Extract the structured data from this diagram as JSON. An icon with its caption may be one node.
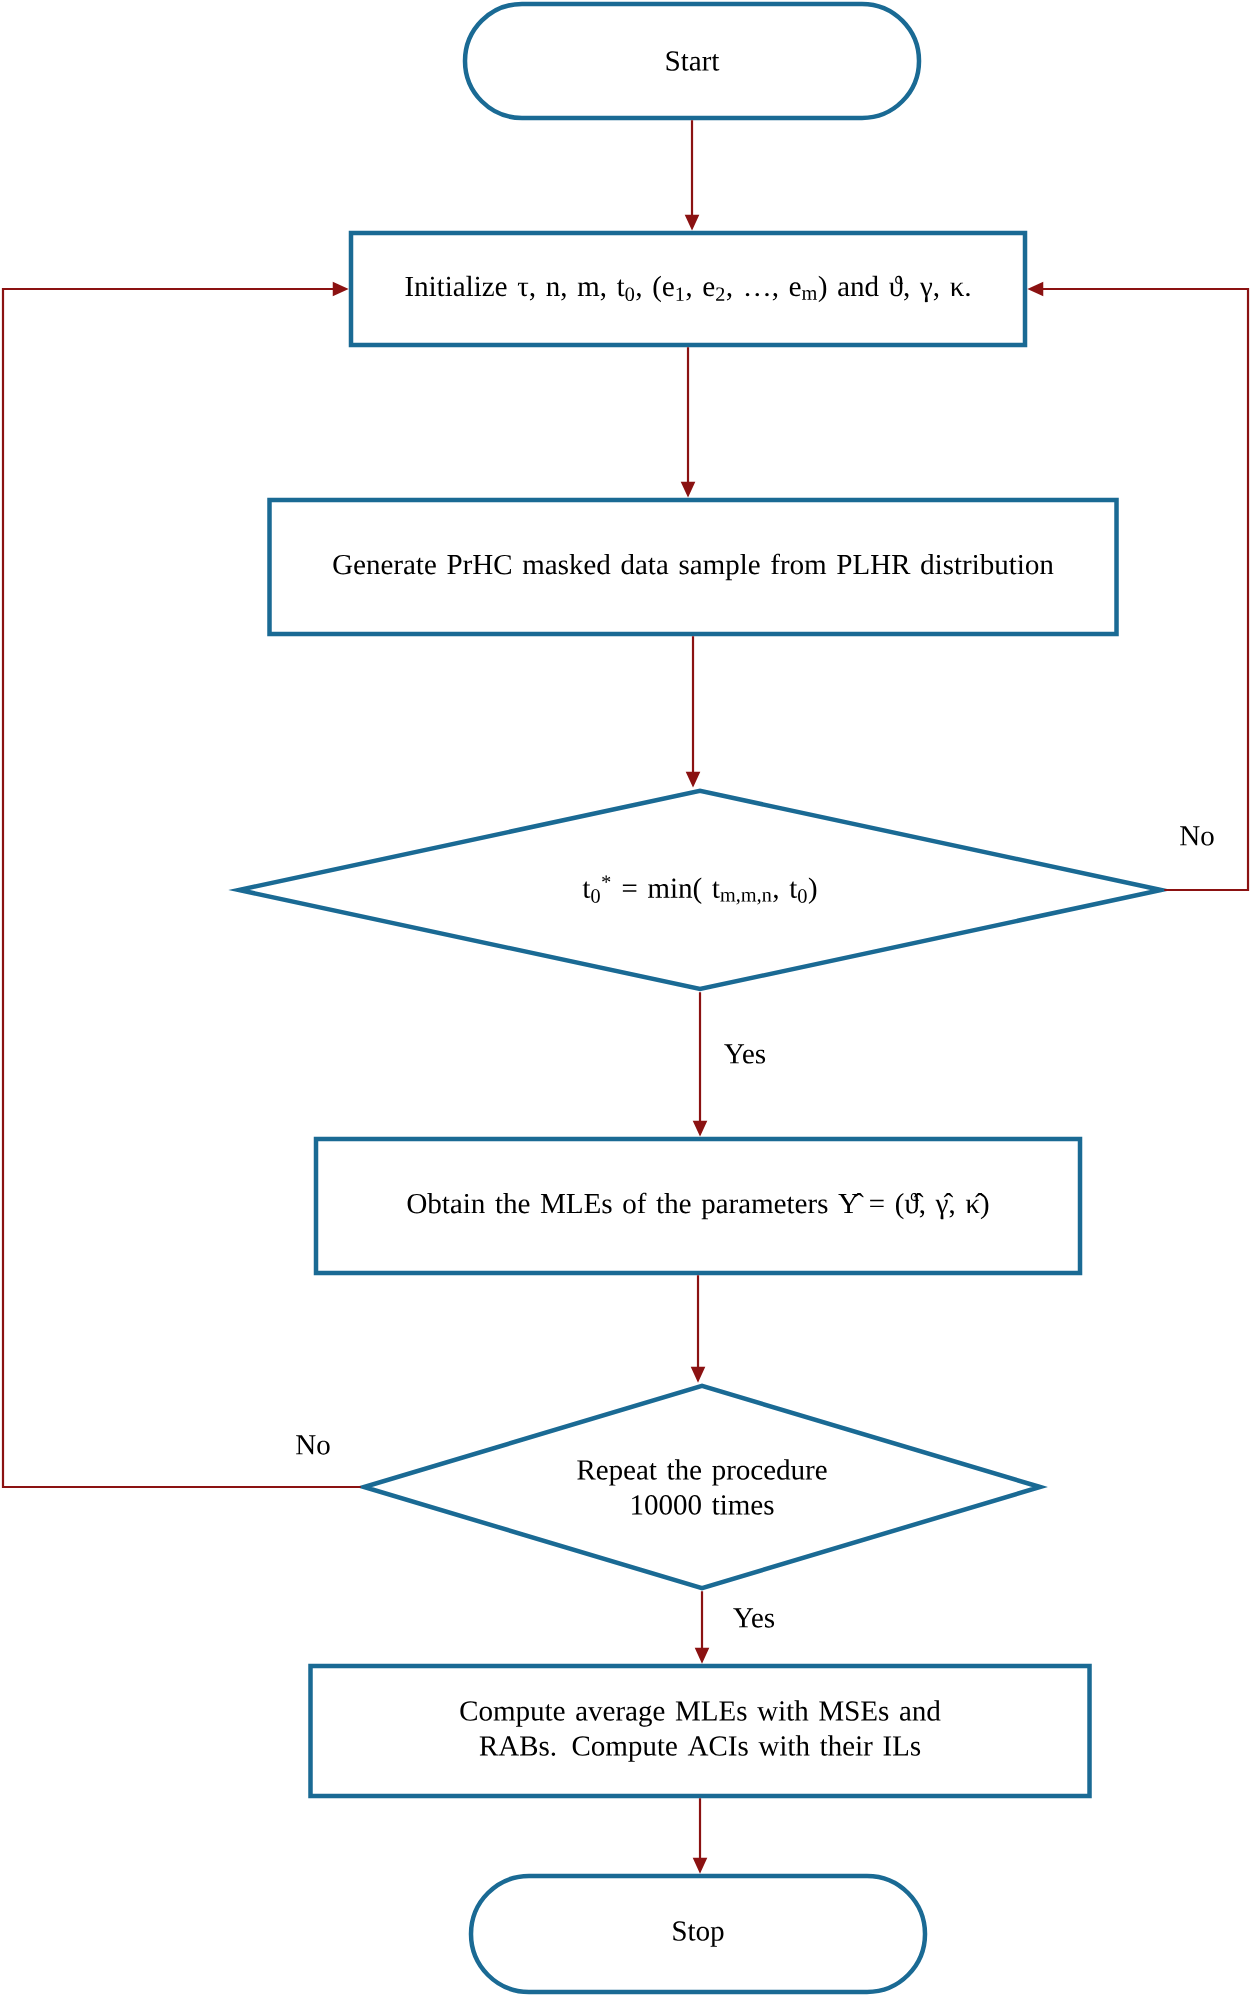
{
  "diagram": {
    "nodes": [
      {
        "text": [
          "Start"
        ]
      },
      {
        "text": [
          "Initialize τ, n, m, t$_{0}$, (e$_{1}$, e$_{2}$, …, e$_{m}$) and ϑ, γ, κ."
        ]
      },
      {
        "text": [
          "Generate PrHC masked data sample from PLHR distribution"
        ]
      },
      {
        "text": [
          "t$_{0}$$^{*}$ = min( t$_{m,m,n}$, t$_{0}$)"
        ]
      },
      {
        "text": [
          "Obtain the MLEs of the parameters Υ̂ = (ϑ̂, γ̂, κ̂)"
        ]
      },
      {
        "text": [
          "Repeat the procedure 10000 times"
        ]
      },
      {
        "text": [
          "Compute average MLEs with MSEs and RABs. Compute ACIs with their ILs"
        ]
      },
      {
        "text": [
          "Stop"
        ]
      }
    ],
    "edges": [
      {
        "from": 0,
        "to": 1,
        "arrow": "to"
      },
      {
        "from": 1,
        "to": 2,
        "arrow": "to"
      },
      {
        "from": 2,
        "to": 3,
        "arrow": "to"
      },
      {
        "from": 3,
        "to": 1,
        "arrow": "to",
        "label": "No"
      },
      {
        "from": 3,
        "to": 4,
        "arrow": "to",
        "label": "Yes"
      },
      {
        "from": 4,
        "to": 5,
        "arrow": "to"
      },
      {
        "from": 5,
        "to": 1,
        "arrow": "to",
        "label": "No"
      },
      {
        "from": 5,
        "to": 6,
        "arrow": "to",
        "label": "Yes"
      },
      {
        "from": 6,
        "to": 7,
        "arrow": "to"
      }
    ]
  }
}
